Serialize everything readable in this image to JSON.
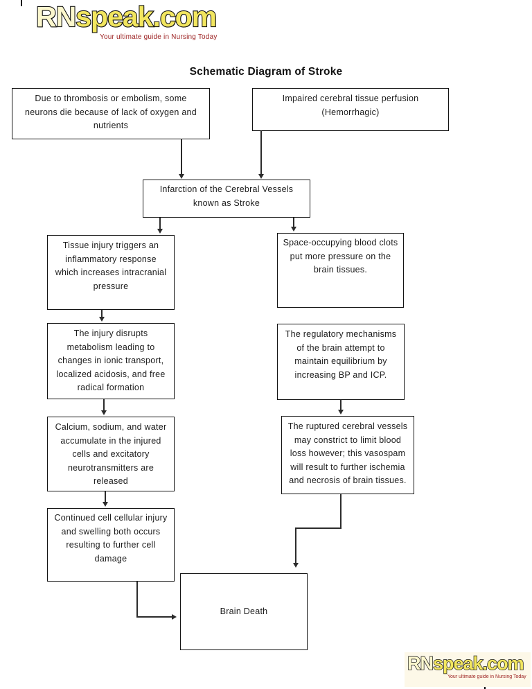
{
  "page": {
    "title": "Schematic Diagram of Stroke"
  },
  "logo": {
    "brand_prefix": "RN",
    "brand_suffix": "speak.com",
    "tagline": "Your ultimate guide in Nursing Today",
    "brand_prefix_color": "#fcf7cd",
    "brand_suffix_color": "#f2e65f",
    "brand_outline_color": "#151515",
    "tagline_color": "#9c2121"
  },
  "flowchart": {
    "nodes": {
      "thrombosis": {
        "text": "Due to thrombosis or embolism, some\nneurons die because of lack of oxygen and\nnutrients"
      },
      "perfusion": {
        "text": "Impaired cerebral tissue perfusion\n(Hemorrhagic)"
      },
      "infarction": {
        "text": "Infarction of the Cerebral Vessels\nknown as Stroke"
      },
      "tissue": {
        "text": "Tissue injury triggers an\ninflammatory response\nwhich increases intracranial\npressure"
      },
      "clots": {
        "text": "Space-occupying blood clots\nput more pressure on the\nbrain tissues."
      },
      "injury": {
        "text": "The injury disrupts\nmetabolism leading to\nchanges in ionic transport,\nlocalized acidosis, and free\nradical formation"
      },
      "regulatory": {
        "text": "The regulatory mechanisms\nof the brain attempt to\nmaintain equilibrium by\nincreasing BP and ICP."
      },
      "calcium": {
        "text": "Calcium, sodium, and water\naccumulate in the injured\ncells and excitatory\nneurotransmitters are\nreleased"
      },
      "ruptured": {
        "text": "The ruptured cerebral vessels\nmay constrict to limit blood\nloss however; this vasospam\nwill result to further ischemia\nand necrosis of brain tissues."
      },
      "continued": {
        "text": "Continued cell cellular injury\nand swelling both occurs\nresulting to further cell\ndamage"
      },
      "brain_death": {
        "text": "Brain Death"
      }
    }
  }
}
